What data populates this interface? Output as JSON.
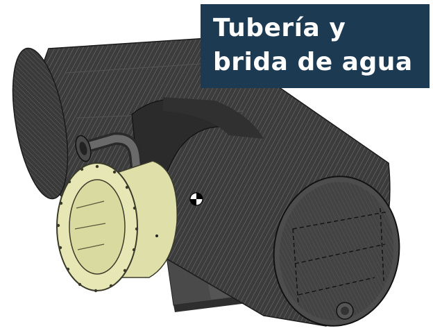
{
  "title": "Tubería y brida de agua",
  "colors": {
    "title_background": "#1c3a52",
    "title_text": "#ffffff",
    "shell_body": "#3a3a3a",
    "shell_band": "#2a2a2a",
    "flange_and_pipe_adapter": "#dfe0a9",
    "elbow_pipe": "#5b5b5b",
    "background": "#ffffff"
  },
  "components": [
    {
      "name": "water-pipe-elbow",
      "icon": "elbow-pipe-icon"
    },
    {
      "name": "water-flange",
      "icon": "flange-icon"
    },
    {
      "name": "cylindrical-shell",
      "icon": "cylinder-icon"
    },
    {
      "name": "end-cover-plate",
      "icon": "end-plate-icon"
    },
    {
      "name": "center-of-gravity-marker",
      "icon": "center-of-gravity-icon"
    }
  ]
}
